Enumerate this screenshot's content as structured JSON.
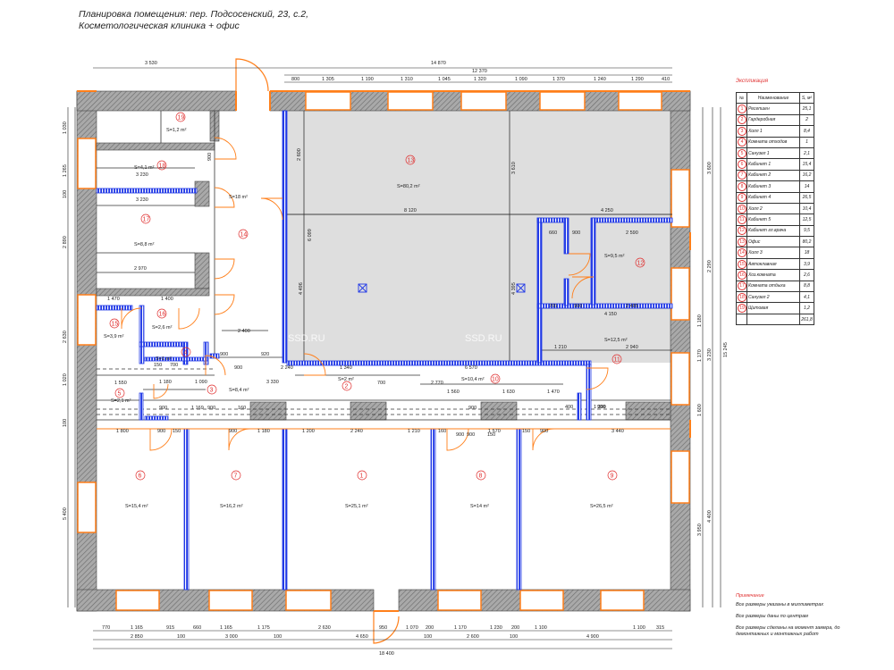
{
  "title": {
    "line1": "Планировка помещения: пер. Подсосенский, 23, с.2,",
    "line2": "Косметологическая клиника + офис"
  },
  "legend": {
    "title": "Экспликация",
    "headers": [
      "№",
      "Наименование",
      "S, м²"
    ],
    "rows": [
      {
        "no": "1",
        "name": "Ресепшен",
        "area": "25,1"
      },
      {
        "no": "2",
        "name": "Гардеробная",
        "area": "2"
      },
      {
        "no": "3",
        "name": "Холл 1",
        "area": "8,4"
      },
      {
        "no": "4",
        "name": "Комната отходов",
        "area": "1"
      },
      {
        "no": "5",
        "name": "Санузел 1",
        "area": "2,1"
      },
      {
        "no": "6",
        "name": "Кабинет 1",
        "area": "15,4"
      },
      {
        "no": "7",
        "name": "Кабинет 2",
        "area": "16,2"
      },
      {
        "no": "8",
        "name": "Кабинет 3",
        "area": "14"
      },
      {
        "no": "9",
        "name": "Кабинет 4",
        "area": "26,5"
      },
      {
        "no": "10",
        "name": "Холл 2",
        "area": "10,4"
      },
      {
        "no": "11",
        "name": "Кабинет 5",
        "area": "12,5"
      },
      {
        "no": "12",
        "name": "Кабинет гл.врача",
        "area": "9,5"
      },
      {
        "no": "13",
        "name": "Офис",
        "area": "80,2"
      },
      {
        "no": "14",
        "name": "Холл 3",
        "area": "18"
      },
      {
        "no": "15",
        "name": "Автоклавная",
        "area": "3,9"
      },
      {
        "no": "16",
        "name": "Хоз.комната",
        "area": "2,6"
      },
      {
        "no": "17",
        "name": "Комната отдыха",
        "area": "8,8"
      },
      {
        "no": "18",
        "name": "Санузел 2",
        "area": "4,1"
      },
      {
        "no": "19",
        "name": "Щитовая",
        "area": "1,2"
      }
    ],
    "total": "261,8"
  },
  "notes": {
    "title": "Примечание",
    "items": [
      "Все размеры указаны в миллиметрах",
      "Все размеры даны по центрам",
      "Все размеры сделаны на момент замера, до демонтажных и монтажных работ"
    ]
  },
  "rooms": [
    {
      "no": "1",
      "area": "S=25,1 m²"
    },
    {
      "no": "2",
      "area": "S=2 m²"
    },
    {
      "no": "3",
      "area": "S=8,4 m²"
    },
    {
      "no": "4",
      "area": "S=1 m²"
    },
    {
      "no": "5",
      "area": "S=2,1 m²"
    },
    {
      "no": "6",
      "area": "S=15,4 m²"
    },
    {
      "no": "7",
      "area": "S=16,2 m²"
    },
    {
      "no": "8",
      "area": "S=14 m²"
    },
    {
      "no": "9",
      "area": "S=26,5 m²"
    },
    {
      "no": "10",
      "area": "S=10,4 m²"
    },
    {
      "no": "11",
      "area": "S=12,5 m²"
    },
    {
      "no": "12",
      "area": "S=9,5 m²"
    },
    {
      "no": "13",
      "area": "S=80,2 m²"
    },
    {
      "no": "14",
      "area": "S=18 m²"
    },
    {
      "no": "15",
      "area": "S=3,9 m²"
    },
    {
      "no": "16",
      "area": "S=2,6 m²"
    },
    {
      "no": "17",
      "area": "S=8,8 m²"
    },
    {
      "no": "18",
      "area": "S=4,1 m²"
    },
    {
      "no": "19",
      "area": "S=1,2 m²"
    }
  ],
  "dims": {
    "top_total": "14 870",
    "top_left": "3 530",
    "top_sub": "12 370",
    "top_row": [
      "800",
      "1 305",
      "1 190",
      "1 310",
      "1 045",
      "1 320",
      "1 090",
      "1 370",
      "1 240",
      "1 290",
      "410"
    ],
    "bottom_total": "18 400",
    "bottom_row1": [
      "770",
      "1 165",
      "915",
      "660",
      "1 165",
      "1 175",
      "2 630",
      "950",
      "1 070",
      "200",
      "1 170",
      "1 230",
      "200",
      "1 100",
      "1 100",
      "315"
    ],
    "bottom_row2": [
      "2 850",
      "100",
      "3 000",
      "100",
      "4 650",
      "100",
      "2 600",
      "100",
      "4 900"
    ],
    "right_total": "15 245",
    "right_col": [
      "3 600",
      "2 290",
      "1 180",
      "1 170",
      "3 230",
      "1 600",
      "4 400",
      "3 950"
    ],
    "left_col": [
      "1 030",
      "1 265",
      "100",
      "2 890",
      "2 630",
      "1 020",
      "100",
      "5 400"
    ],
    "office": [
      "8 120",
      "4 250",
      "3 610",
      "2 600",
      "6 099",
      "4 496",
      "4 395"
    ],
    "misc": [
      "3 230",
      "3 230",
      "2 970",
      "1 470",
      "1 400",
      "2 400",
      "1 180",
      "1 090",
      "3 330",
      "2 240",
      "1 340",
      "6 570",
      "2 770",
      "1 560",
      "1 630",
      "1 470",
      "1 390",
      "2 590",
      "2 485",
      "4 150",
      "2 940",
      "1 210",
      "1 800",
      "1 169",
      "1 180",
      "1 200",
      "2 240",
      "1 210",
      "1 570",
      "3 440",
      "1 550",
      "660",
      "765"
    ],
    "door": [
      "900",
      "900",
      "900",
      "900",
      "900",
      "900",
      "900",
      "900",
      "900",
      "920",
      "900",
      "900",
      "700",
      "700",
      "900",
      "900",
      "900",
      "150",
      "150",
      "160",
      "160",
      "150",
      "150",
      "400"
    ]
  },
  "watermark": [
    "SSD.RU",
    "SSD.RU"
  ],
  "colors": {
    "partition": "#1f37e6",
    "wall": "#8a8a8a",
    "window": "#ff7f1a",
    "office_fill": "#dedede",
    "room_no": "#e03030"
  }
}
